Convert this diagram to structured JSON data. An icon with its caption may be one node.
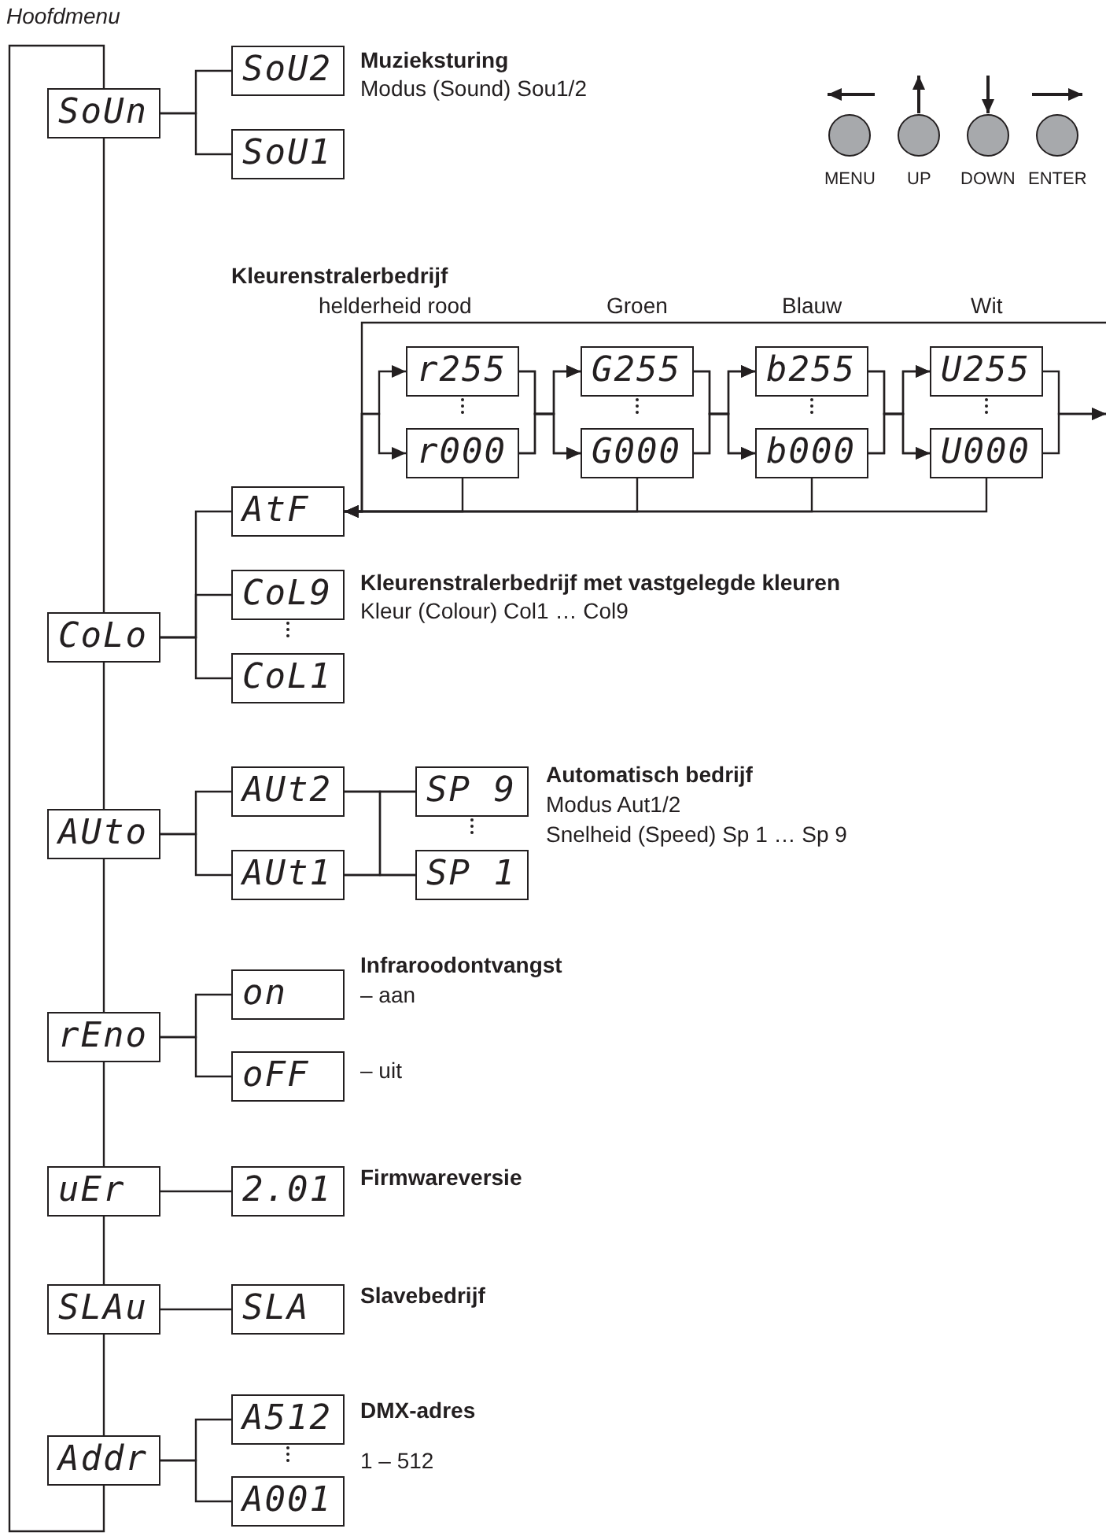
{
  "diagram": {
    "title": "Hoofdmenu",
    "nodes": [
      {
        "text": [
          "SoUn"
        ]
      },
      {
        "text": [
          "SoU2"
        ]
      },
      {
        "text": [
          "SoU1"
        ]
      },
      {
        "text": [
          "CoLo"
        ]
      },
      {
        "text": [
          "AtF"
        ]
      },
      {
        "text": [
          "r255"
        ]
      },
      {
        "text": [
          "r000"
        ]
      },
      {
        "text": [
          "G255"
        ]
      },
      {
        "text": [
          "G000"
        ]
      },
      {
        "text": [
          "b255"
        ]
      },
      {
        "text": [
          "b000"
        ]
      },
      {
        "text": [
          "U255"
        ]
      },
      {
        "text": [
          "U000"
        ]
      },
      {
        "text": [
          "CoL9"
        ]
      },
      {
        "text": [
          "CoL1"
        ]
      },
      {
        "text": [
          "AUto"
        ]
      },
      {
        "text": [
          "AUt2"
        ]
      },
      {
        "text": [
          "AUt1"
        ]
      },
      {
        "text": [
          "SP 9"
        ]
      },
      {
        "text": [
          "SP 1"
        ]
      },
      {
        "text": [
          "rEno"
        ]
      },
      {
        "text": [
          "on"
        ]
      },
      {
        "text": [
          "oFF"
        ]
      },
      {
        "text": [
          "uEr"
        ]
      },
      {
        "text": [
          "2.01"
        ]
      },
      {
        "text": [
          "SLAu"
        ]
      },
      {
        "text": [
          "SLA"
        ]
      },
      {
        "text": [
          "Addr"
        ]
      },
      {
        "text": [
          "A512"
        ]
      },
      {
        "text": [
          "A001"
        ]
      }
    ],
    "edges": [
      {
        "from": 0,
        "to": 1,
        "arrow": "none"
      },
      {
        "from": 0,
        "to": 2,
        "arrow": "none"
      },
      {
        "from": 0,
        "to": 3,
        "arrow": "none"
      },
      {
        "from": 3,
        "to": 4,
        "arrow": "none"
      },
      {
        "from": 3,
        "to": 13,
        "arrow": "none"
      },
      {
        "from": 3,
        "to": 14,
        "arrow": "none"
      },
      {
        "from": 4,
        "to": 5,
        "arrow": "to"
      },
      {
        "from": 4,
        "to": 6,
        "arrow": "to"
      },
      {
        "from": 5,
        "to": 7,
        "arrow": "to"
      },
      {
        "from": 5,
        "to": 8,
        "arrow": "to"
      },
      {
        "from": 6,
        "to": 7,
        "arrow": "to"
      },
      {
        "from": 6,
        "to": 8,
        "arrow": "to"
      },
      {
        "from": 7,
        "to": 9,
        "arrow": "to"
      },
      {
        "from": 7,
        "to": 10,
        "arrow": "to"
      },
      {
        "from": 8,
        "to": 9,
        "arrow": "to"
      },
      {
        "from": 8,
        "to": 10,
        "arrow": "to"
      },
      {
        "from": 9,
        "to": 11,
        "arrow": "to"
      },
      {
        "from": 9,
        "to": 12,
        "arrow": "to"
      },
      {
        "from": 10,
        "to": 11,
        "arrow": "to"
      },
      {
        "from": 10,
        "to": 12,
        "arrow": "to"
      },
      {
        "from": 11,
        "to": null,
        "arrow": "to"
      },
      {
        "from": 12,
        "to": null,
        "arrow": "to"
      },
      {
        "from": 6,
        "to": 4,
        "arrow": "to"
      },
      {
        "from": 8,
        "to": 4,
        "arrow": "to"
      },
      {
        "from": 10,
        "to": 4,
        "arrow": "to"
      },
      {
        "from": 12,
        "to": 4,
        "arrow": "to"
      },
      {
        "from": null,
        "to": 4,
        "arrow": "none"
      },
      {
        "from": 3,
        "to": 15,
        "arrow": "none"
      },
      {
        "from": 15,
        "to": 16,
        "arrow": "none"
      },
      {
        "from": 15,
        "to": 17,
        "arrow": "none"
      },
      {
        "from": 16,
        "to": 18,
        "arrow": "none"
      },
      {
        "from": 16,
        "to": 19,
        "arrow": "none"
      },
      {
        "from": 17,
        "to": 18,
        "arrow": "none"
      },
      {
        "from": 17,
        "to": 19,
        "arrow": "none"
      },
      {
        "from": 15,
        "to": 20,
        "arrow": "none"
      },
      {
        "from": 20,
        "to": 21,
        "arrow": "none"
      },
      {
        "from": 20,
        "to": 22,
        "arrow": "none"
      },
      {
        "from": 20,
        "to": 23,
        "arrow": "none"
      },
      {
        "from": 23,
        "to": 24,
        "arrow": "none"
      },
      {
        "from": 23,
        "to": 25,
        "arrow": "none"
      },
      {
        "from": 25,
        "to": 26,
        "arrow": "none"
      },
      {
        "from": 25,
        "to": 27,
        "arrow": "none"
      },
      {
        "from": 27,
        "to": 28,
        "arrow": "none"
      },
      {
        "from": 27,
        "to": 29,
        "arrow": "none"
      },
      {
        "from": 27,
        "to": 0,
        "arrow": "none"
      }
    ],
    "labels": [
      "Muzieksturing",
      "Modus (Sound) Sou1/2",
      "MENU",
      "UP",
      "DOWN",
      "ENTER",
      "Kleurenstralerbedrijf",
      "helderheid rood",
      "Groen",
      "Blauw",
      "Wit",
      "Kleurenstralerbedrijf met vastgelegde kleuren",
      "Kleur (Colour) Col1 … Col9",
      "Automatisch bedrijf",
      "Modus Aut1/2",
      "Snelheid (Speed) Sp 1 … Sp 9",
      "Infraroodontvangst",
      "– aan",
      "– uit",
      "Firmwareversie",
      "Slavebedrijf",
      "DMX-adres",
      "1 – 512"
    ]
  }
}
